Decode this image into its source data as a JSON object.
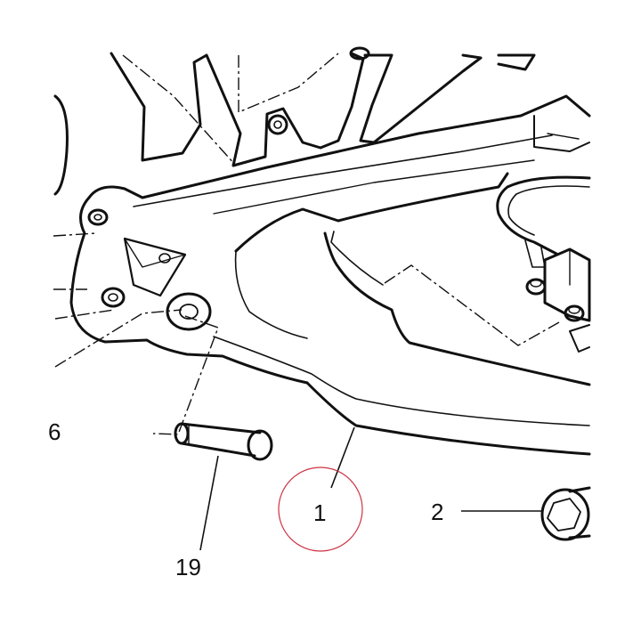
{
  "callouts": {
    "part_1": "1",
    "part_2": "2",
    "part_19": "19",
    "part_6_partial": "6"
  },
  "highlight": {
    "target": "part_1",
    "color": "#cc3344"
  },
  "colors": {
    "line": "#111111",
    "background": "#ffffff"
  }
}
